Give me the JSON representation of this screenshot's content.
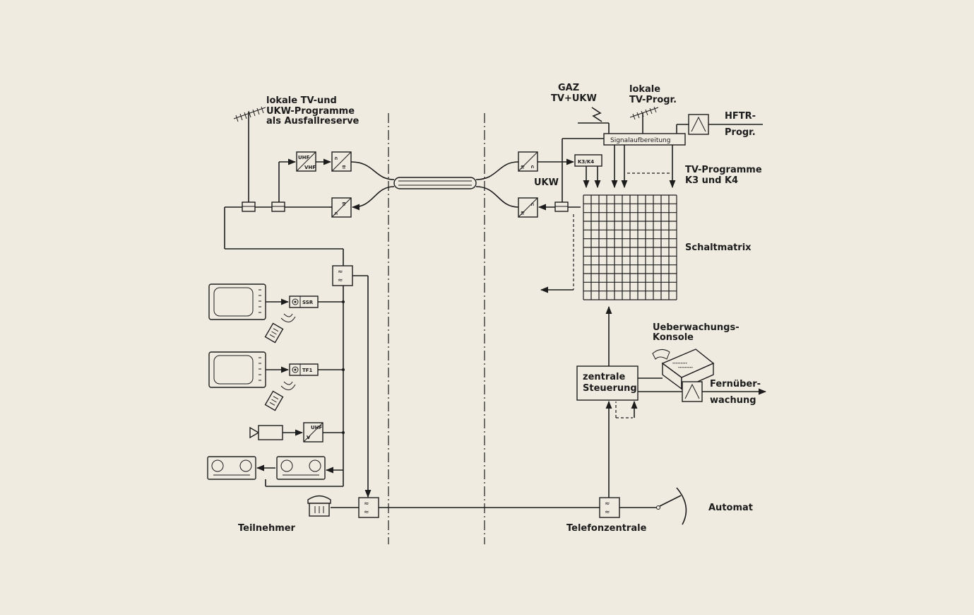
{
  "labels": {
    "lokale_line1": "lokale TV-und",
    "lokale_line2": "UKW-Programme",
    "lokale_line3": "als Ausfallreserve",
    "gaz_line1": "GAZ",
    "gaz_line2": "TV+UKW",
    "lokale_tv_line1": "lokale",
    "lokale_tv_line2": "TV-Progr.",
    "hftr_line1": "HFTR-",
    "hftr_line2": "Progr.",
    "signalaufbereitung": "Signalaufbereitung",
    "k3k4": "K3/K4",
    "tv_programme_line1": "TV-Programme",
    "tv_programme_line2": "K3 und K4",
    "ukw": "UKW",
    "schaltmatrix": "Schaltmatrix",
    "ueberwachung_line1": "Ueberwachungs-",
    "ueberwachung_line2": "Konsole",
    "zentrale_line1": "zentrale",
    "zentrale_line2": "Steuerung",
    "fernueber_line1": "Fernüber-",
    "fernueber_line2": "wachung",
    "automat": "Automat",
    "telefonzentrale": "Telefonzentrale",
    "teilnehmer": "Teilnehmer",
    "ssr": "SSR",
    "tf1": "TF1",
    "uhf_vhf_top": "UHF",
    "uhf_vhf_bottom": "VHF",
    "uhf_v_top": "UHF",
    "uhf_v_bottom": "V"
  }
}
